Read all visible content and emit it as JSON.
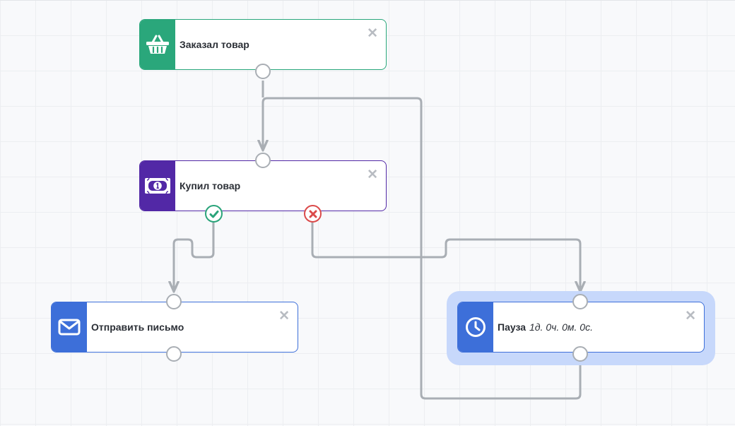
{
  "canvas": {
    "grid_color": "#eceef1",
    "background": "#f8f9fb",
    "wire_color": "#a9aeb4"
  },
  "nodes": [
    {
      "id": "ordered",
      "title": "Заказал товар",
      "icon": "basket-icon",
      "color": "#2aa77b"
    },
    {
      "id": "bought",
      "title": "Купил товар",
      "icon": "money-icon",
      "color": "#5228a6"
    },
    {
      "id": "send-email",
      "title": "Отправить письмо",
      "icon": "envelope-icon",
      "color": "#3d6fd9"
    },
    {
      "id": "pause",
      "title": "Пауза",
      "subtitle": "1д. 0ч. 0м. 0с.",
      "icon": "clock-icon",
      "color": "#3d6fd9",
      "selected": true
    }
  ],
  "outputs": {
    "bought_yes": {
      "icon": "check-icon",
      "color": "#2aa47a"
    },
    "bought_no": {
      "icon": "cross-icon",
      "color": "#db4a4a"
    }
  },
  "close_icon": "close-icon"
}
